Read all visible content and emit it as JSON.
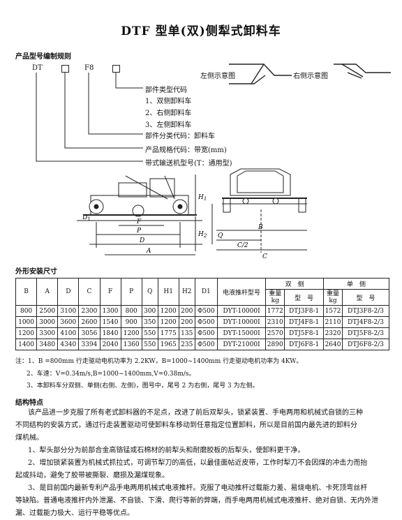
{
  "title": "DTF 型单(双)侧犁式卸料车",
  "naming": {
    "heading": "产品型号编制规则",
    "code_dt": "DT",
    "code_f8": "F8",
    "legend": [
      "部件类型代码",
      "1、双侧卸料车",
      "2、右侧卸料车",
      "3、左侧卸料车",
      "部件分类代码：卸料车",
      "产品规格代码：带宽(mm)",
      "带式输送机型号(T：通用型)"
    ],
    "left_diagram": "左侧示意图",
    "right_diagram": "右侧示意图"
  },
  "drawing": {
    "labels": [
      "D1",
      "F",
      "P",
      "D",
      "A",
      "H1",
      "H2",
      "Q",
      "C/2",
      "C",
      "B"
    ]
  },
  "dims": {
    "heading": "外形安装尺寸",
    "header_cols": [
      "B",
      "A",
      "D",
      "C",
      "F",
      "P",
      "Q",
      "H1",
      "H2",
      "D1",
      "电液推杆型号"
    ],
    "group_double": "双　侧",
    "group_single": "单　侧",
    "sub_weight": "重量 kg",
    "sub_model": "型　号",
    "rows": [
      [
        "800",
        "2500",
        "3100",
        "2300",
        "1300",
        "800",
        "300",
        "1200",
        "200",
        "Φ500",
        "DYT-10000I",
        "1772",
        "DTJ3F8-1",
        "1572",
        "DTJ3F8-2/3"
      ],
      [
        "1000",
        "3000",
        "3600",
        "2600",
        "1540",
        "900",
        "350",
        "1200",
        "200",
        "Φ500",
        "DYT-10000I",
        "2310",
        "DTJ4F8-1",
        "2110",
        "DTJ4F8-2/3"
      ],
      [
        "1200",
        "3300",
        "4100",
        "3056",
        "1840",
        "1200",
        "550",
        "1775",
        "135",
        "Φ500",
        "DYT-15000I",
        "2570",
        "DTJ5F8-1",
        "2320",
        "DTJ5F8-2/3"
      ],
      [
        "1400",
        "3480",
        "4340",
        "3394",
        "2040",
        "1360",
        "550",
        "1965",
        "235",
        "Φ500",
        "DYT-21000I",
        "2890",
        "DTJ6F8-1",
        "2640",
        "DTJ6F8-2/3"
      ]
    ]
  },
  "notes": [
    "注：1、B =800mm 行走驱动电机功率为 2.2KW，B=1000~1400mm 行走驱动电机功率为 4KW。",
    "2、车速：V=0.34m/s,B=1000~1400mm,V=0.38m/s。",
    "3、本卸料车分双侧、单侧(右侧、左侧)，图号中，尾号 2 为右侧，尾号 3 为左侧。"
  ],
  "features": {
    "heading": "结构特点",
    "lines": [
      "该产品进一步克服了所有老式卸料器的不足点，改进了前后双犁头，锁紧装置、手电两用和机械式自锁的三种",
      "不同结构的安装方式，通过行走装置驱动可使卸料车移动到任意指定位置卸料，所以是目前国内最先进的卸料分",
      "煤机械。",
      "1、犁头部分分为前部合金高铬锰或石棉材的前犁头和耐磨胶板的后犁头，使卸料更干净。",
      "2、增加锁紧装置为机械式抓拉式，可调节犁刀的高低，以最佳面帖近皮带，工作时犁刀不会因煤的冲击力而抬",
      "起或抖动，避免了胶带被撕裂、磨损及漏煤现象。",
      "3、是目前国内最新专利产品手电两用机械式电液推杆。克服了电动推杆过载能力差、易烧电机、卡死顶弯丝杆",
      "等缺陷。普通电液推杆内外泄漏、不自锁、下滑、爬行等新的弊端，而手电两用机械式电液推杆、绝对自锁、无内外泄",
      "漏、过载能力极大、运行平稳等优点。"
    ]
  }
}
